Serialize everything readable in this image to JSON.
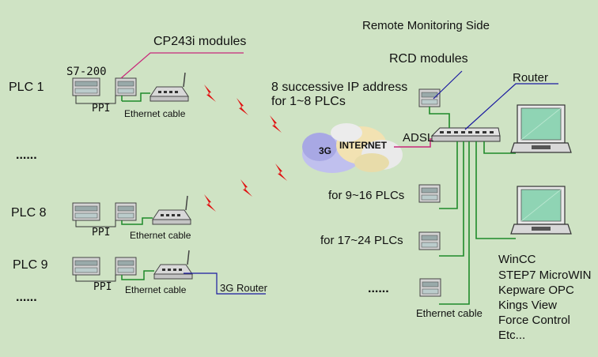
{
  "title": "Remote Monitoring Side",
  "labels": {
    "cp243i": "CP243i modules",
    "s7_200": "S7-200",
    "rcd": "RCD modules",
    "router": "Router",
    "ip_line1": "8 successive IP address",
    "ip_line2": "for 1~8 PLCs",
    "adsl": "ADSL",
    "for_9_16": "for 9~16 PLCs",
    "for_17_24": "for 17~24 PLCs",
    "router_3g": "3G Router",
    "ethernet_bottom": "Ethernet cable",
    "cloud_3g": "3G",
    "cloud_internet": "INTERNET"
  },
  "plc_rows": [
    {
      "label": "PLC 1",
      "ppi": "PPI",
      "ethernet": "Ethernet cable"
    },
    {
      "label": "PLC 8",
      "ppi": "PPI",
      "ethernet": "Ethernet cable"
    },
    {
      "label": "PLC 9",
      "ppi": "PPI",
      "ethernet": "Ethernet cable"
    }
  ],
  "ellipses": [
    "......",
    "......",
    "......"
  ],
  "software": [
    "WinCC",
    "STEP7 MicroWIN",
    "Kepware OPC",
    "Kings View",
    "Force Control",
    "Etc..."
  ],
  "colors": {
    "background": "#cfe3c4",
    "cable_green": "#1f8a2a",
    "callout_pink": "#c8287a",
    "callout_blue": "#1a1aa0",
    "lightning": "#e01010",
    "device_gray": "#d4d4d4",
    "screen_green": "#8fd4b4"
  }
}
